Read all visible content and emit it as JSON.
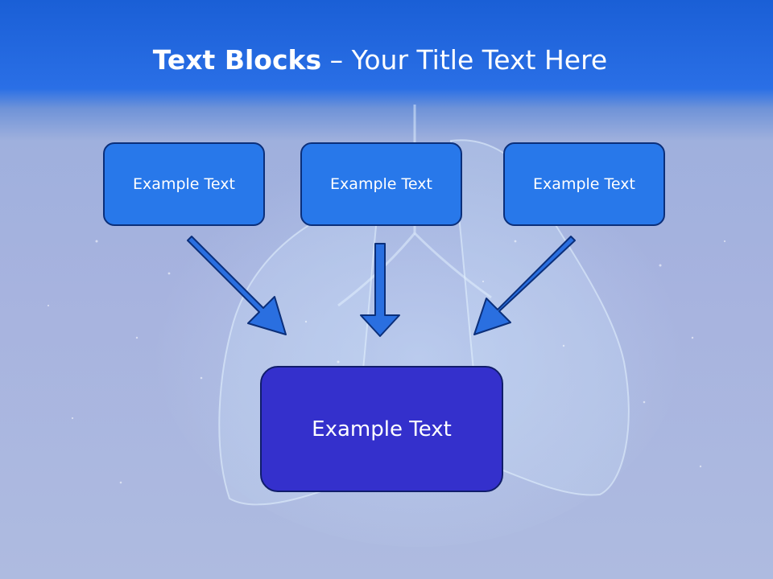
{
  "title": {
    "bold": "Text Blocks",
    "rest": " – Your Title Text Here"
  },
  "blocks": [
    {
      "text": "Example Text"
    },
    {
      "text": "Example Text"
    },
    {
      "text": "Example Text"
    }
  ],
  "target": {
    "text": "Example Text"
  },
  "colors": {
    "header": "#1a5fd6",
    "block_fill": "#2878ea",
    "target_fill": "#3430cc",
    "arrow": "#2a6fe0"
  }
}
